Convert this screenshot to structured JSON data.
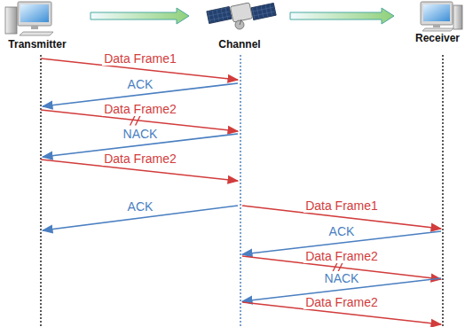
{
  "diagram": {
    "nodes": [
      {
        "text": [
          "Transmitter"
        ]
      },
      {
        "text": [
          "Channel"
        ]
      },
      {
        "text": [
          "Receiver"
        ]
      }
    ],
    "edges": [
      {
        "from": 0,
        "to": 1,
        "arrow": "to"
      },
      {
        "from": 1,
        "to": 2,
        "arrow": "to"
      }
    ],
    "labels": [
      "Data Frame1",
      "ACK",
      "Data Frame2",
      "NACK",
      "Data Frame2",
      "ACK",
      "Data Frame1",
      "ACK",
      "Data Frame2",
      "NACK",
      "Data Frame2"
    ]
  }
}
